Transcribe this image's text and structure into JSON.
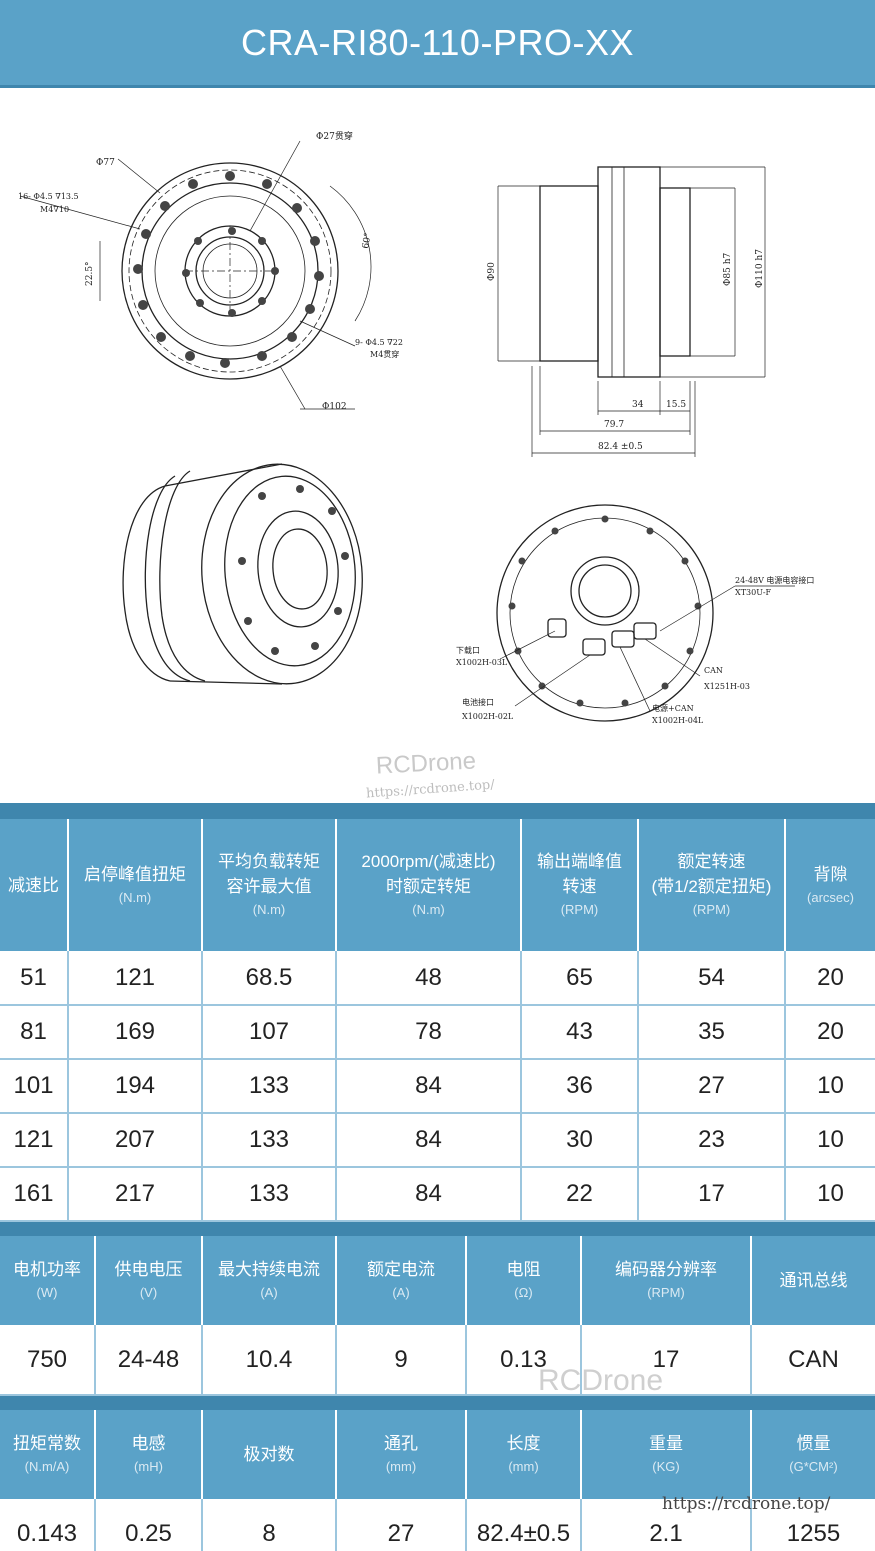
{
  "title": "CRA-RI80-110-PRO-XX",
  "drawing_labels": {
    "front_d77": "Φ77",
    "front_d27": "Φ27贯穿",
    "front_holes16": "16- Φ4.5 ∇13.5",
    "front_m4": "M4∇10",
    "front_angle225": "22.5°",
    "front_angle60": "60°",
    "front_holes9": "9- Φ4.5 ∇22",
    "front_m4through": "M4贯穿",
    "front_d102": "Φ102",
    "side_d90": "Φ90",
    "side_d85": "Φ85 h7",
    "side_d110": "Φ110 h7",
    "side_len34": "34",
    "side_len155": "15.5",
    "side_len797": "79.7",
    "side_len824": "82.4 ±0.5",
    "back_power_port": "24-48V 电源电容接口",
    "back_power_model": "XT30U-F",
    "back_download": "下载口",
    "back_download_model": "X1002H-03L",
    "back_can": "CAN",
    "back_can_model": "X1251H-03",
    "back_power_can": "电源+CAN",
    "back_power_can_model": "X1002H-04L",
    "back_battery": "电池接口",
    "back_battery_model": "X1002H-02L"
  },
  "watermarks": {
    "brand": "RCDrone",
    "url": "https://rcdrone.top/",
    "brand_bottom": "RCDrone",
    "url_bottom": "https://rcdrone.top/"
  },
  "table1": {
    "headers": [
      {
        "name": "减速比",
        "unit": ""
      },
      {
        "name": "启停峰值扭矩",
        "unit": "(N.m)"
      },
      {
        "name": "平均负载转矩容许最大值",
        "unit": "(N.m)"
      },
      {
        "name": "2000rpm/(减速比)时额定转矩",
        "unit": "(N.m)"
      },
      {
        "name": "输出端峰值转速",
        "unit": "(RPM)"
      },
      {
        "name": "额定转速(带1/2额定扭矩)",
        "unit": "(RPM)"
      },
      {
        "name": "背隙",
        "unit": "(arcsec)"
      }
    ],
    "header_lines": [
      [
        "减速比"
      ],
      [
        "启停峰值扭矩"
      ],
      [
        "平均负载转矩",
        "容许最大值"
      ],
      [
        "2000rpm/(减速比)",
        "时额定转矩"
      ],
      [
        "输出端峰值",
        "转速"
      ],
      [
        "额定转速",
        "(带1/2额定扭矩)"
      ],
      [
        "背隙"
      ]
    ],
    "rows": [
      [
        "51",
        "121",
        "68.5",
        "48",
        "65",
        "54",
        "20"
      ],
      [
        "81",
        "169",
        "107",
        "78",
        "43",
        "35",
        "20"
      ],
      [
        "101",
        "194",
        "133",
        "84",
        "36",
        "27",
        "10"
      ],
      [
        "121",
        "207",
        "133",
        "84",
        "30",
        "23",
        "10"
      ],
      [
        "161",
        "217",
        "133",
        "84",
        "22",
        "17",
        "10"
      ]
    ]
  },
  "table2": {
    "headers": [
      {
        "name": "电机功率",
        "unit": "(W)"
      },
      {
        "name": "供电电压",
        "unit": "(V)"
      },
      {
        "name": "最大持续电流",
        "unit": "(A)"
      },
      {
        "name": "额定电流",
        "unit": "(A)"
      },
      {
        "name": "电阻",
        "unit": "(Ω)"
      },
      {
        "name": "编码器分辨率",
        "unit": "(RPM)"
      },
      {
        "name": "通讯总线",
        "unit": ""
      }
    ],
    "rows": [
      [
        "750",
        "24-48",
        "10.4",
        "9",
        "0.13",
        "17",
        "CAN"
      ]
    ]
  },
  "table3": {
    "headers": [
      {
        "name": "扭矩常数",
        "unit": "(N.m/A)"
      },
      {
        "name": "电感",
        "unit": "(mH)"
      },
      {
        "name": "极对数",
        "unit": ""
      },
      {
        "name": "通孔",
        "unit": "(mm)"
      },
      {
        "name": "长度",
        "unit": "(mm)"
      },
      {
        "name": "重量",
        "unit": "(KG)"
      },
      {
        "name": "惯量",
        "unit": "(G*CM²)"
      }
    ],
    "rows": [
      [
        "0.143",
        "0.25",
        "8",
        "27",
        "82.4±0.5",
        "2.1",
        "1255"
      ]
    ]
  }
}
